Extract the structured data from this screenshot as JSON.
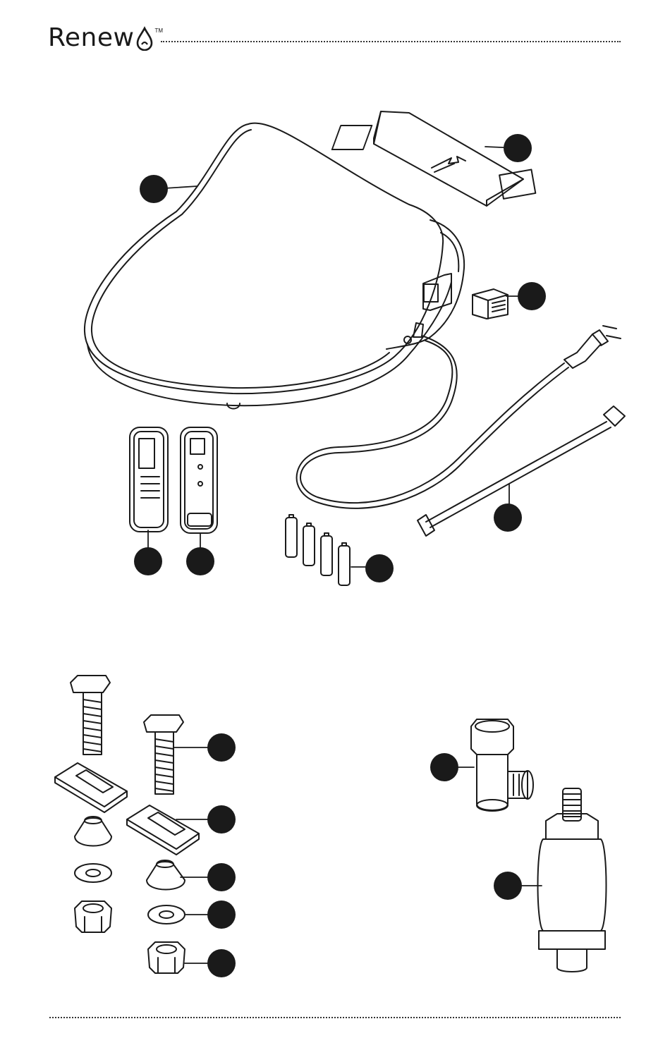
{
  "header": {
    "brand": "Renew",
    "trademark": "TM"
  },
  "colors": {
    "ink": "#1a1a1a",
    "paper": "#ffffff"
  },
  "icons": [
    "water-drop-logo-icon"
  ],
  "parts": [
    {
      "name": "seat-assembly"
    },
    {
      "name": "mounting-plate"
    },
    {
      "name": "deodorizer-filter"
    },
    {
      "name": "remote-control"
    },
    {
      "name": "wall-holder"
    },
    {
      "name": "batteries"
    },
    {
      "name": "water-hose"
    },
    {
      "name": "bolts"
    },
    {
      "name": "bolt-anchors"
    },
    {
      "name": "cone-washers"
    },
    {
      "name": "flat-washers"
    },
    {
      "name": "nuts"
    },
    {
      "name": "t-valve"
    },
    {
      "name": "water-filter"
    }
  ]
}
